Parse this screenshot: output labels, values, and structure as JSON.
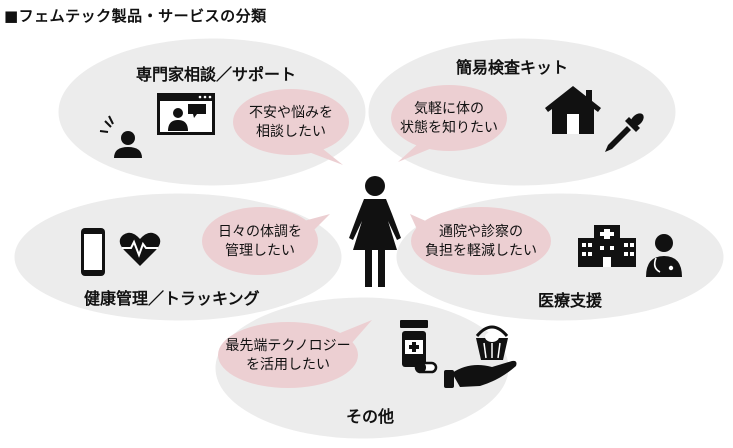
{
  "title": "■フェムテック製品・サービスの分類",
  "categories": {
    "consultation": "専門家相談／サポート",
    "test_kit": "簡易検査キット",
    "health_tracking": "健康管理／トラッキング",
    "medical_support": "医療支援",
    "other": "その他"
  },
  "bubbles": {
    "consultation": [
      "不安や悩みを",
      "相談したい"
    ],
    "test_kit": [
      "気軽に体の",
      "状態を知りたい"
    ],
    "health_tracking": [
      "日々の体調を",
      "管理したい"
    ],
    "medical_support": [
      "通院や診察の",
      "負担を軽減したい"
    ],
    "other": [
      "最先端テクノロジー",
      "を活用したい"
    ]
  },
  "colors": {
    "ellipse": "#ececec",
    "ellipse_stroke": "#ffffff",
    "bubble": "#eccfd2",
    "icon": "#111111"
  },
  "icons": [
    "video-call-icon",
    "house-icon",
    "dropper-icon",
    "smartphone-icon",
    "heart-pulse-icon",
    "woman-icon",
    "hospital-icon",
    "doctor-icon",
    "pill-bottle-icon",
    "hand-basket-icon"
  ]
}
